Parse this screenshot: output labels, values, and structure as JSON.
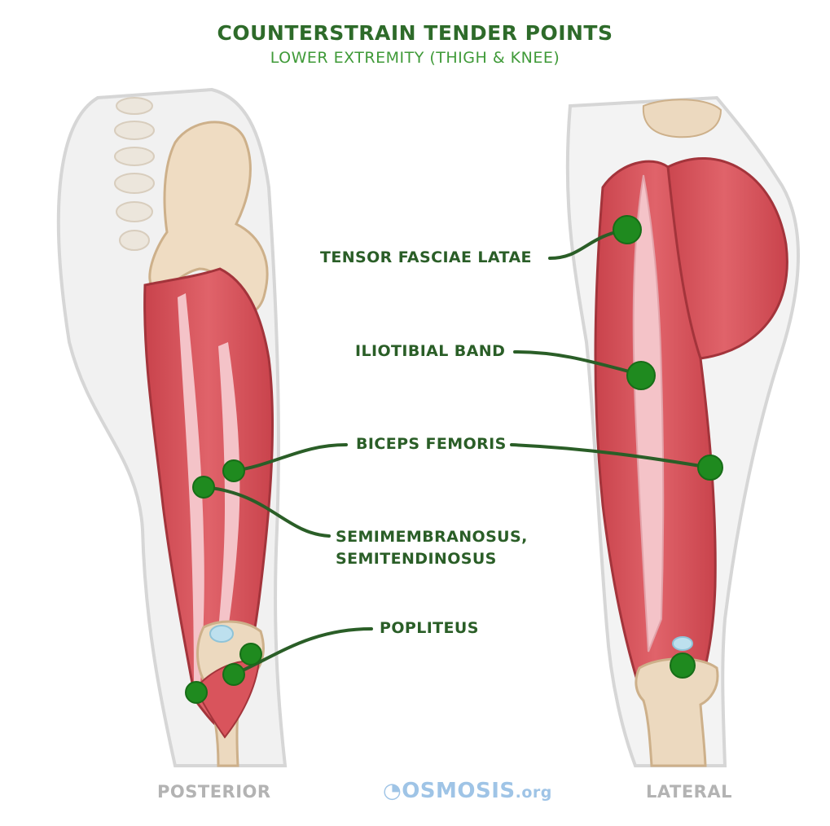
{
  "title": "COUNTERSTRAIN TENDER POINTS",
  "subtitle": "LOWER EXTREMITY (THIGH & KNEE)",
  "labels": {
    "tensor_fasciae_latae": "TENSOR FASCIAE LATAE",
    "iliotibial_band": "ILIOTIBIAL BAND",
    "biceps_femoris": "BICEPS FEMORIS",
    "semimembranosus_line1": "SEMIMEMBRANOSUS,",
    "semimembranosus_line2": "SEMITENDINOSUS",
    "popliteus": "POPLITEUS"
  },
  "views": {
    "posterior": "POSTERIOR",
    "lateral": "LATERAL"
  },
  "brand": {
    "name": "OSMOSIS",
    "suffix": ".org"
  },
  "colors": {
    "title_green": "#2e6b2a",
    "subtitle_green": "#3f9a38",
    "label_green": "#2a5e27",
    "point_green": "#1f8a1f",
    "muscle_red": "#d9545c",
    "tendon_pink": "#f4c3c8",
    "bone": "#ecd9bf",
    "skin_outline": "#dcdcdc",
    "caption_gray": "#b3b3b3",
    "brand_blue": "#9fc4e6"
  },
  "icons": [
    "osmosis-logo-icon"
  ]
}
